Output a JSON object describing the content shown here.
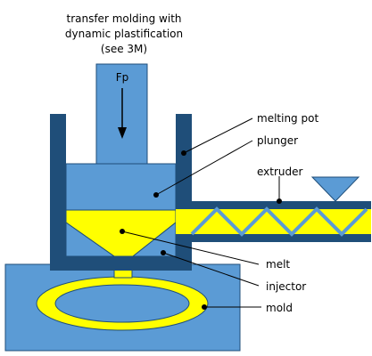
{
  "caption": {
    "line1": "transfer molding with",
    "line2": "dynamic plastification",
    "line3": "(see 3M)"
  },
  "force_label": "Fp",
  "labels": {
    "melting_pot": "melting pot",
    "plunger": "plunger",
    "extruder": "extruder",
    "melt": "melt",
    "injector": "injector",
    "mold": "mold"
  },
  "colors": {
    "steel_blue": "#5b9bd5",
    "dark_blue": "#1f4e79",
    "melt_yellow": "#ffff00",
    "line_black": "#000000"
  }
}
